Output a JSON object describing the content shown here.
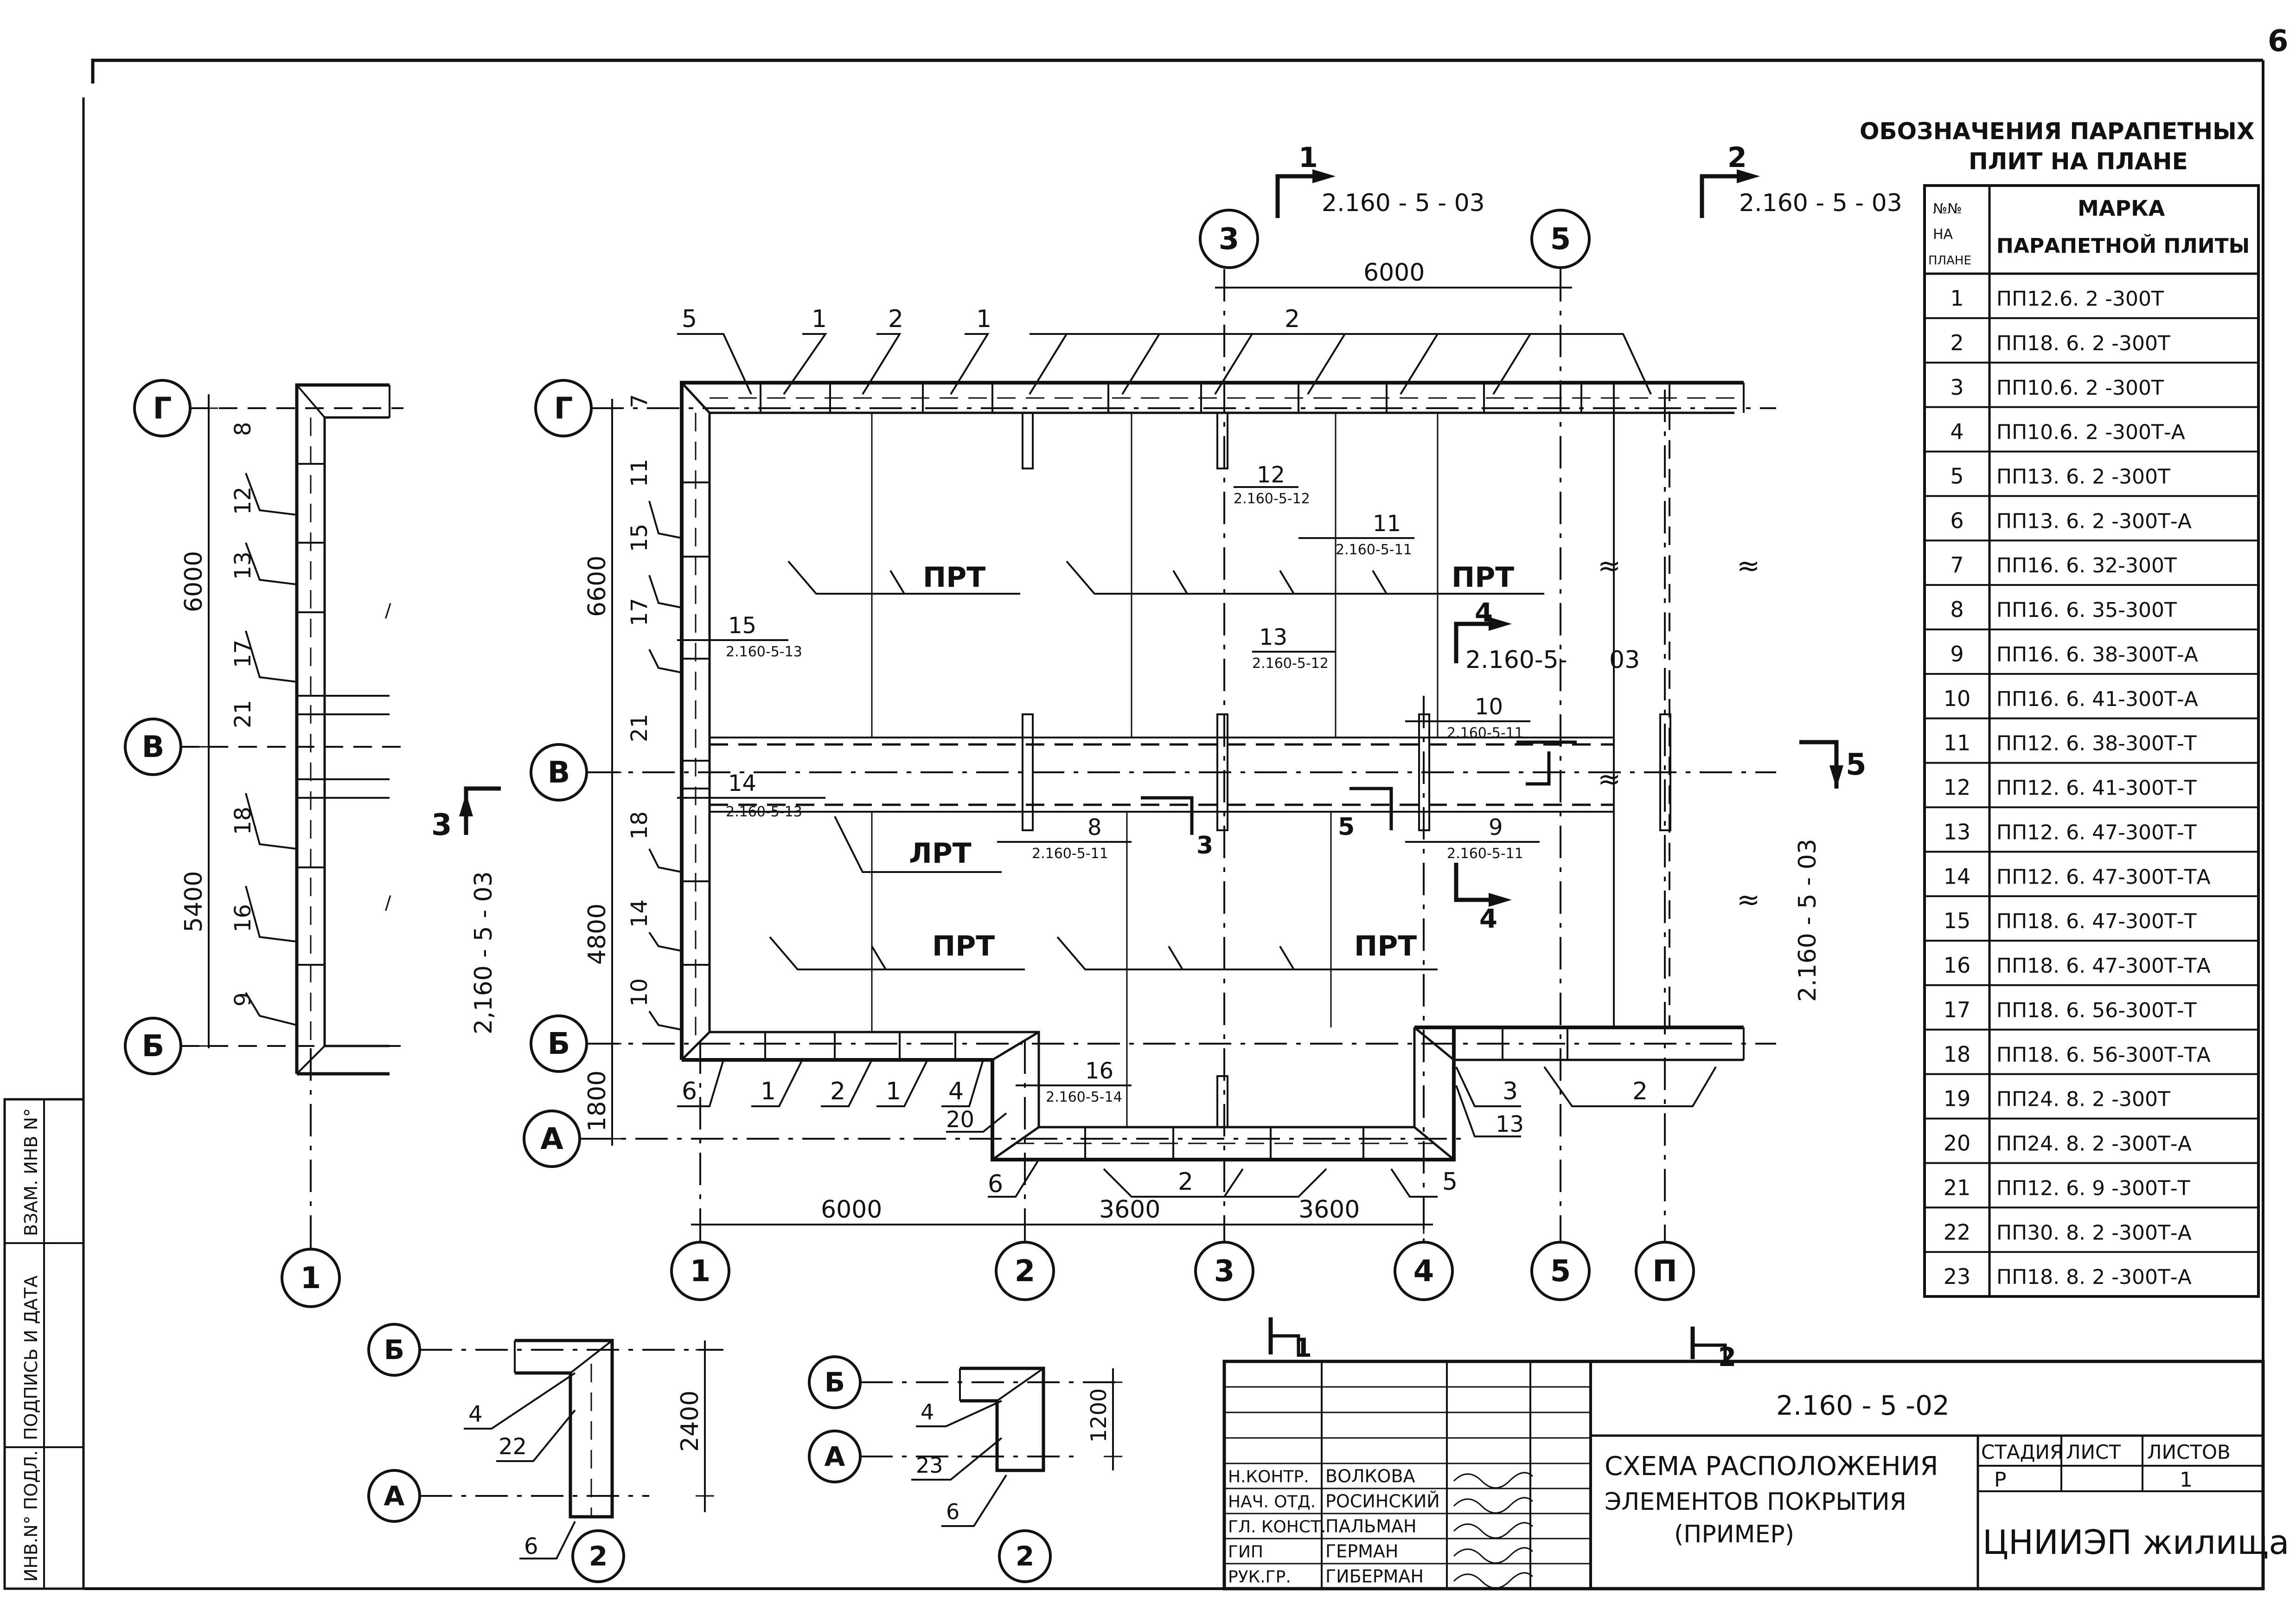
{
  "sheet_number": "6",
  "legend": {
    "title_line1": "ОБОЗНАЧЕНИЯ ПАРАПЕТНЫХ",
    "title_line2": "ПЛИТ НА ПЛАНЕ",
    "col_no_line1": "№№",
    "col_no_line2": "НА",
    "col_no_line3": "ПЛАНЕ",
    "col_mark_line1": "МАРКА",
    "col_mark_line2": "ПАРАПЕТНОЙ ПЛИТЫ",
    "rows": [
      {
        "no": "1",
        "mark": "ПП12.6. 2 -300Т"
      },
      {
        "no": "2",
        "mark": "ПП18. 6. 2 -300Т"
      },
      {
        "no": "3",
        "mark": "ПП10.6. 2 -300Т"
      },
      {
        "no": "4",
        "mark": "ПП10.6. 2 -300Т-А"
      },
      {
        "no": "5",
        "mark": "ПП13. 6. 2 -300Т"
      },
      {
        "no": "6",
        "mark": "ПП13. 6. 2 -300Т-А"
      },
      {
        "no": "7",
        "mark": "ПП16. 6. 32-300Т"
      },
      {
        "no": "8",
        "mark": "ПП16. 6. 35-300Т"
      },
      {
        "no": "9",
        "mark": "ПП16. 6. 38-300Т-А"
      },
      {
        "no": "10",
        "mark": "ПП16. 6. 41-300Т-А"
      },
      {
        "no": "11",
        "mark": "ПП12. 6. 38-300Т-Т"
      },
      {
        "no": "12",
        "mark": "ПП12. 6. 41-300Т-Т"
      },
      {
        "no": "13",
        "mark": "ПП12. 6. 47-300Т-Т"
      },
      {
        "no": "14",
        "mark": "ПП12. 6. 47-300Т-ТА"
      },
      {
        "no": "15",
        "mark": "ПП18. 6. 47-300Т-Т"
      },
      {
        "no": "16",
        "mark": "ПП18. 6. 47-300Т-ТА"
      },
      {
        "no": "17",
        "mark": "ПП18. 6. 56-300Т-Т"
      },
      {
        "no": "18",
        "mark": "ПП18. 6. 56-300Т-ТА"
      },
      {
        "no": "19",
        "mark": "ПП24. 8. 2 -300Т"
      },
      {
        "no": "20",
        "mark": "ПП24. 8. 2 -300Т-А"
      },
      {
        "no": "21",
        "mark": "ПП12. 6. 9 -300Т-Т"
      },
      {
        "no": "22",
        "mark": "ПП30. 8. 2 -300Т-А"
      },
      {
        "no": "23",
        "mark": "ПП18. 8. 2 -300Т-А"
      }
    ]
  },
  "axes": {
    "g": "Г",
    "v": "В",
    "b": "Б",
    "a": "А",
    "n1": "1",
    "n2": "2",
    "n3": "3",
    "n4": "4",
    "n5": "5",
    "np": "П"
  },
  "dims": {
    "d6000": "6000",
    "d3600": "3600",
    "d6600": "6600",
    "d4800": "4800",
    "d1800": "1800",
    "d5400": "5400",
    "d2400": "2400",
    "d1200": "1200"
  },
  "sections": {
    "s1": "1",
    "s2": "2",
    "s3": "3",
    "s4": "4",
    "s5": "5",
    "ref": "2.160 - 5 - 03",
    "ref_split_a": "2.160-5-",
    "ref_split_b": "03",
    "ref_rot": "2,160 - 5 - 03",
    "ref_rot_b": "2.160 - 5 - 03"
  },
  "plan": {
    "prt": "ПРТ",
    "lrt": "ЛРТ",
    "callouts": {
      "c8": "8",
      "c9": "9",
      "c10": "10",
      "c11": "11",
      "c12": "12",
      "c13": "13",
      "c14": "14",
      "c15": "15",
      "c16": "16",
      "r11": "2.160-5-11",
      "r12": "2.160-5-12",
      "r13": "2.160-5-13",
      "r14": "2.160-5-14"
    },
    "marks": {
      "m1": "1",
      "m2": "2",
      "m3": "3",
      "m4": "4",
      "m5": "5",
      "m6": "6",
      "m7": "7",
      "m9": "9",
      "m10": "10",
      "m11": "11",
      "m12": "12",
      "m13": "13",
      "m14": "14",
      "m15": "15",
      "m16": "16",
      "m17": "17",
      "m18": "18",
      "m20": "20",
      "m21": "21",
      "m22": "22",
      "m23": "23"
    }
  },
  "title_block": {
    "code": "2.160 - 5 -02",
    "title_line1": "СХЕМА РАСПОЛОЖЕНИЯ",
    "title_line2": "ЭЛЕМЕНТОВ ПОКРЫТИЯ",
    "title_line3": "(ПРИМЕР)",
    "stage_h": "СТАДИЯ",
    "sheet_h": "ЛИСТ",
    "sheets_h": "ЛИСТОВ",
    "stage": "Р",
    "sheet": "1",
    "org": "ЦНИИЭП жилища",
    "people": [
      {
        "role": "Н.КОНТР.",
        "name": "ВОЛКОВА"
      },
      {
        "role": "НАЧ. ОТД.",
        "name": "РОСИНСКИЙ"
      },
      {
        "role": "ГЛ. КОНСТ.",
        "name": "ПАЛЬМАН"
      },
      {
        "role": "ГИП",
        "name": "ГЕРМАН"
      },
      {
        "role": "РУК.ГР.",
        "name": "ГИБЕРМАН"
      }
    ]
  },
  "side_stamp": {
    "inv": "ИНВ.N° ПОДЛ.",
    "sign": "ПОДПИСЬ И ДАТА",
    "replace": "ВЗАМ. ИНВ N°"
  }
}
